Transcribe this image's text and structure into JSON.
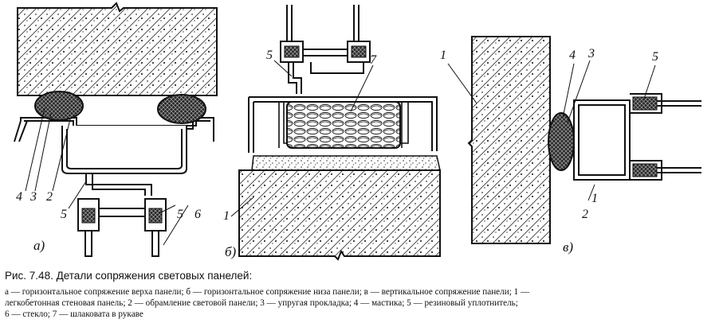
{
  "figure": {
    "sub_a": "а)",
    "sub_b": "б)",
    "sub_c": "в)",
    "a_labels": [
      "4",
      "3",
      "2",
      "5",
      "5",
      "6"
    ],
    "b_labels": [
      "5",
      "7",
      "1"
    ],
    "c_labels": [
      "1",
      "4",
      "3",
      "5",
      "1",
      "2"
    ]
  },
  "caption": {
    "title": "Рис. 7.48. Детали сопряжения световых панелей:",
    "lines": [
      "а — горизонтальное сопряжение верха панели; б — горизонтальное сопряжение низа панели; в — вертикальное сопряжение панели; 1 —",
      "легкобетонная стеновая панель; 2 — обрамление световой панели; 3 — упругая прокладка; 4 — мастика; 5 — резиновый уплотнитель;",
      "6 — стекло; 7 — шлаковата в рукаве"
    ]
  }
}
